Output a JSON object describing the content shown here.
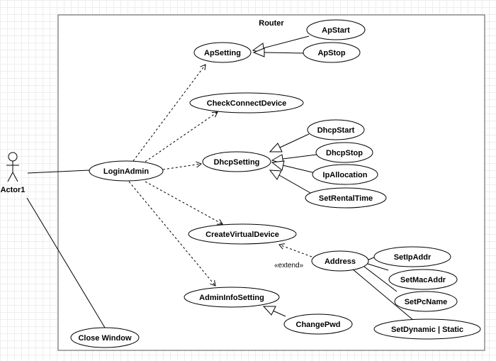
{
  "diagram": {
    "boundary_title": "Router",
    "actor": {
      "name": "Actor1"
    },
    "use_cases": {
      "ap_setting": "ApSetting",
      "ap_start": "ApStart",
      "ap_stop": "ApStop",
      "check_connect_device": "CheckConnectDevice",
      "login_admin": "LoginAdmin",
      "dhcp_setting": "DhcpSetting",
      "dhcp_start": "DhcpStart",
      "dhcp_stop": "DhcpStop",
      "ip_allocation": "IpAllocation",
      "set_rental_time": "SetRentalTime",
      "create_virtual_device": "CreateVirtualDevice",
      "address": "Address",
      "set_ip_addr": "SetIpAddr",
      "set_mac_addr": "SetMacAddr",
      "set_pc_name": "SetPcName",
      "set_dynamic_static": "SetDynamic | Static",
      "admin_info_setting": "AdminInfoSetting",
      "change_pwd": "ChangePwd",
      "close_window": "Close Window"
    },
    "stereotypes": {
      "extend": "«extend»"
    }
  }
}
